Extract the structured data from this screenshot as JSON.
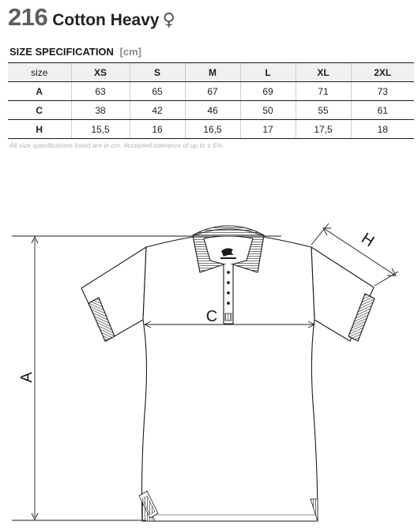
{
  "product": {
    "number": "216",
    "name": "Cotton Heavy",
    "gender_symbol": "♀",
    "gender_icon": "female-symbol-icon"
  },
  "spec": {
    "heading": "SIZE SPECIFICATION",
    "unit": "[cm]"
  },
  "table": {
    "header": [
      "size",
      "XS",
      "S",
      "M",
      "L",
      "XL",
      "2XL"
    ],
    "rows": [
      [
        "A",
        "63",
        "65",
        "67",
        "69",
        "71",
        "73"
      ],
      [
        "C",
        "38",
        "42",
        "46",
        "50",
        "55",
        "61"
      ],
      [
        "H",
        "15,5",
        "16",
        "16,5",
        "17",
        "17,5",
        "18"
      ]
    ]
  },
  "note": "All size specifications listed are in cm. Accepted tolerance of up to ± 5%.",
  "diagram": {
    "label_a": "A",
    "label_c": "C",
    "label_h": "H",
    "illustration": "polo-shirt-technical-drawing"
  },
  "colors": {
    "title_number": "#5e5e5e",
    "header_background": "#f0f0f0",
    "note_text": "#b4b4b4",
    "line": "#1a1a1a"
  }
}
